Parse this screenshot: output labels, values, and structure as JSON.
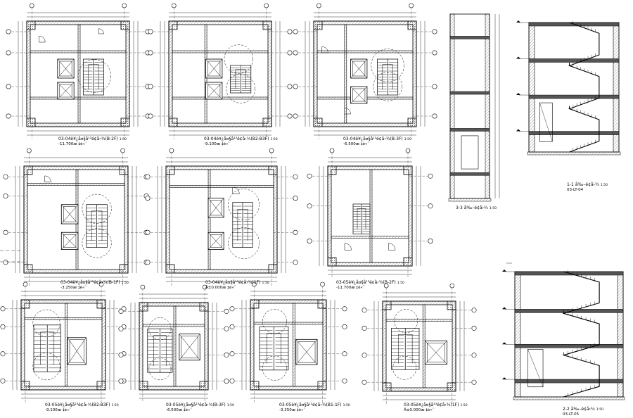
{
  "plans": [
    {
      "id": "p1",
      "title": "03-04è¥¿å¤§å¹³é¢å›¾(B-2F)",
      "scale": "1:50",
      "elevation": "-11.700æ ‡é«˜"
    },
    {
      "id": "p2",
      "title": "03-04è¥¿å¤§å¹³é¢å›¾(B2-B3F)",
      "scale": "1:50",
      "elevation": "-9.100æ ‡é«˜"
    },
    {
      "id": "p3",
      "title": "03-04è¥¿å¤§å¹³é¢å›¾(B-3F)",
      "scale": "1:50",
      "elevation": "-6.500æ ‡é«˜"
    },
    {
      "id": "p4",
      "title": "03-04è¥¿å¤§å¹³é¢å›¾(B-1F)",
      "scale": "1:50",
      "elevation": "-3.250æ ‡é«˜"
    },
    {
      "id": "p5",
      "title": "03-04è¥¿å¤§å¹³é¢å›¾(1F)",
      "scale": "1:50",
      "elevation": "Â±0.000æ ‡é«˜"
    },
    {
      "id": "p6",
      "title": "03-05è¥¿å¤§å¹³é¢å›¾(B-2F)",
      "scale": "1:50",
      "elevation": "-11.700æ ‡é«˜"
    },
    {
      "id": "p7",
      "title": "03-05è¥¿å¤§å¹³é¢å›¾(B2-B3F)",
      "scale": "1:50",
      "elevation": "-9.100æ ‡é«˜"
    },
    {
      "id": "p8",
      "title": "03-05è¥¿å¤§å¹³é¢å›¾(B-3F)",
      "scale": "1:50",
      "elevation": "-6.500æ ‡é«˜"
    },
    {
      "id": "p9",
      "title": "03-05è¥¿å¤§å¹³é¢å›¾(B1-1F)",
      "scale": "1:50",
      "elevation": "-3.250æ ‡é«˜"
    },
    {
      "id": "p10",
      "title": "03-05è¥¿å¤§å¹³é¢å›¾(1F)",
      "scale": "1:50",
      "elevation": "Â±0.000æ ‡é«˜"
    }
  ],
  "sections": [
    {
      "id": "s1",
      "title": "1-1 å‰–é¢å›¾",
      "scale": "1:50",
      "ref": "03-LT-04"
    },
    {
      "id": "s2",
      "title": "2-2 å‰–é¢å›¾",
      "scale": "1:50",
      "ref": "03-LT-05"
    },
    {
      "id": "s3",
      "title": "3-3 å‰–é¢å›¾",
      "scale": "1:50"
    }
  ]
}
